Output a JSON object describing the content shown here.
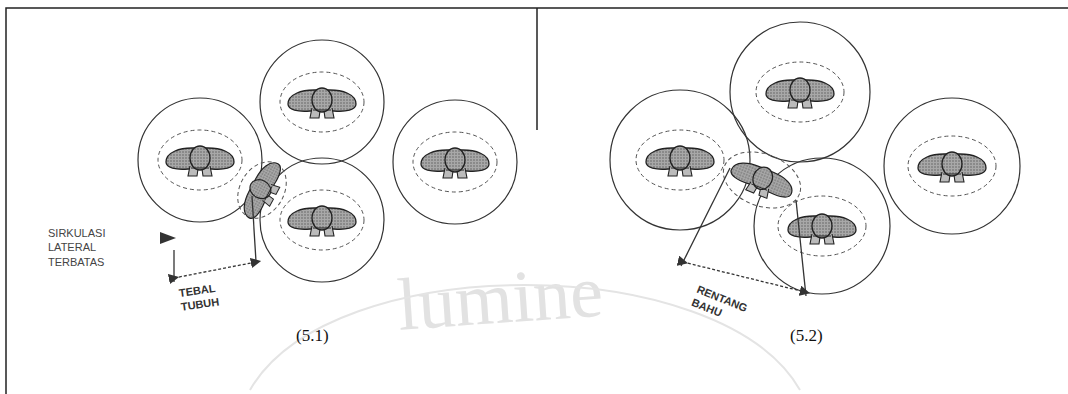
{
  "diagram": {
    "labels": [
      "SIRKULASI LATERAL TERBATAS",
      "TEBAL TUBUH",
      "RENTANG BAHU",
      "(5.1)",
      "(5.2)",
      "lumine"
    ]
  }
}
